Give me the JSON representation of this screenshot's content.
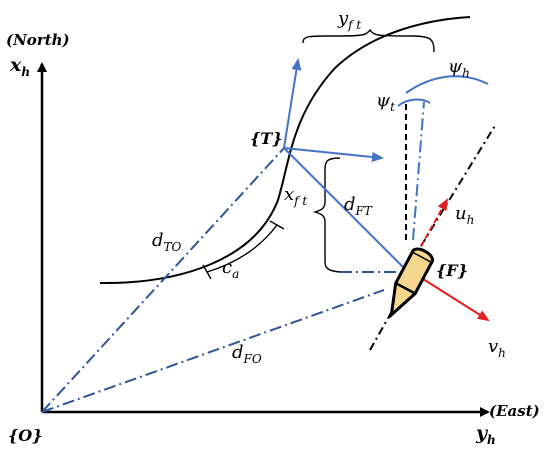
{
  "labels": {
    "north": "(North)",
    "x_h": "x",
    "x_h_sub": "h",
    "east": "(East)",
    "y_h": "y",
    "y_h_sub": "h",
    "origin": "{O}",
    "target": "{T}",
    "follower": "{F}",
    "y_ft": "y",
    "y_ft_sub": "f t",
    "x_ft": "x",
    "x_ft_sub": "f t",
    "d_to": "d",
    "d_to_sub": "TO",
    "d_ft": "d",
    "d_ft_sub": "FT",
    "d_fo": "d",
    "d_fo_sub": "FO",
    "c_a": "c",
    "c_a_sub": "a",
    "psi_h": "ψ",
    "psi_h_sub": "h",
    "psi_t": "ψ",
    "psi_t_sub": "t",
    "u_h": "u",
    "u_h_sub": "h",
    "v_h": "v",
    "v_h_sub": "h"
  },
  "colors": {
    "axes": "#000000",
    "path": "#000000",
    "blue": "#4472c4",
    "dashdot_blue": "#2f5597",
    "red": "#e02020",
    "vessel_fill": "#f5d78e"
  }
}
